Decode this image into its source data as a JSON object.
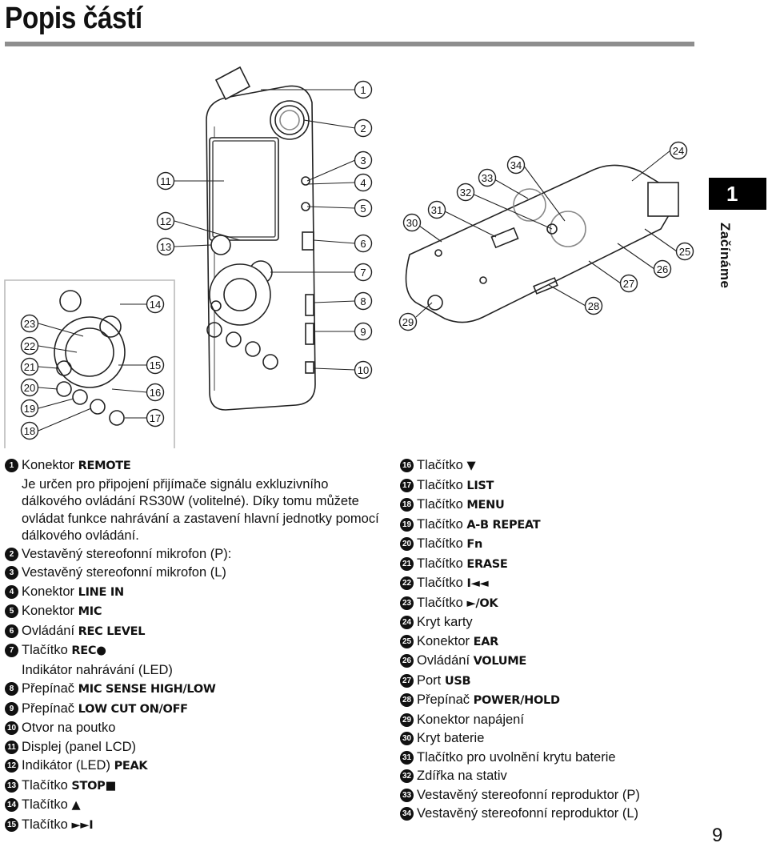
{
  "header": {
    "title": "Popis částí"
  },
  "side_tab": {
    "chapter": "1",
    "label": "Začínáme"
  },
  "page_number": "9",
  "callouts": {
    "front": [
      "1",
      "2",
      "3",
      "4",
      "5",
      "6",
      "7",
      "8",
      "9",
      "10",
      "11",
      "12",
      "13"
    ],
    "panel": [
      "14",
      "15",
      "16",
      "17",
      "18",
      "19",
      "20",
      "21",
      "22",
      "23"
    ],
    "back": [
      "24",
      "25",
      "26",
      "27",
      "28",
      "29",
      "30",
      "31",
      "32",
      "33",
      "34"
    ]
  },
  "parts_left": [
    {
      "n": "1",
      "prefix": "Konektor",
      "kw": "REMOTE",
      "suffix": "",
      "desc": "Je určen pro připojení přijímače signálu exkluzivního dálkového ovládání RS30W (volitelné). Díky tomu můžete ovládat funkce nahrávání a zastavení hlavní jednotky pomocí dálkového ovládání."
    },
    {
      "n": "2",
      "prefix": "Vestavěný stereofonní mikrofon (P):",
      "kw": "",
      "suffix": ""
    },
    {
      "n": "3",
      "prefix": "Vestavěný stereofonní mikrofon (L)",
      "kw": "",
      "suffix": ""
    },
    {
      "n": "4",
      "prefix": "Konektor",
      "kw": "LINE IN",
      "suffix": ""
    },
    {
      "n": "5",
      "prefix": "Konektor",
      "kw": "MIC",
      "suffix": ""
    },
    {
      "n": "6",
      "prefix": "Ovládání",
      "kw": "REC LEVEL",
      "suffix": ""
    },
    {
      "n": "7",
      "prefix": "Tlačítko",
      "kw": "REC",
      "suffix": "●",
      "sub": "Indikátor nahrávání (LED)"
    },
    {
      "n": "8",
      "prefix": "Přepínač",
      "kw": "MIC SENSE HIGH/LOW",
      "suffix": ""
    },
    {
      "n": "9",
      "prefix": "Přepínač",
      "kw": "LOW CUT ON/OFF",
      "suffix": ""
    },
    {
      "n": "10",
      "prefix": "Otvor na poutko",
      "kw": "",
      "suffix": ""
    },
    {
      "n": "11",
      "prefix": "Displej (panel LCD)",
      "kw": "",
      "suffix": ""
    },
    {
      "n": "12",
      "prefix": "Indikátor (LED)",
      "kw": "PEAK",
      "suffix": ""
    },
    {
      "n": "13",
      "prefix": "Tlačítko",
      "kw": "STOP",
      "suffix": "■"
    },
    {
      "n": "14",
      "prefix": "Tlačítko",
      "kw": "",
      "suffix": "▲"
    },
    {
      "n": "15",
      "prefix": "Tlačítko",
      "kw": "",
      "suffix": "►►I"
    }
  ],
  "parts_right": [
    {
      "n": "16",
      "prefix": "Tlačítko",
      "kw": "",
      "suffix": "▼"
    },
    {
      "n": "17",
      "prefix": "Tlačítko",
      "kw": "LIST",
      "suffix": ""
    },
    {
      "n": "18",
      "prefix": "Tlačítko",
      "kw": "MENU",
      "suffix": ""
    },
    {
      "n": "19",
      "prefix": "Tlačítko",
      "kw": "A-B REPEAT",
      "suffix": ""
    },
    {
      "n": "20",
      "prefix": "Tlačítko",
      "kw": "Fn",
      "suffix": ""
    },
    {
      "n": "21",
      "prefix": "Tlačítko",
      "kw": "ERASE",
      "suffix": ""
    },
    {
      "n": "22",
      "prefix": "Tlačítko",
      "kw": "",
      "suffix": "I◄◄"
    },
    {
      "n": "23",
      "prefix": "Tlačítko",
      "kw": "",
      "suffix": "►/OK"
    },
    {
      "n": "24",
      "prefix": "Kryt karty",
      "kw": "",
      "suffix": ""
    },
    {
      "n": "25",
      "prefix": "Konektor",
      "kw": "EAR",
      "suffix": ""
    },
    {
      "n": "26",
      "prefix": "Ovládání",
      "kw": "VOLUME",
      "suffix": ""
    },
    {
      "n": "27",
      "prefix": "Port",
      "kw": "USB",
      "suffix": ""
    },
    {
      "n": "28",
      "prefix": "Přepínač",
      "kw": "POWER/HOLD",
      "suffix": ""
    },
    {
      "n": "29",
      "prefix": "Konektor napájení",
      "kw": "",
      "suffix": ""
    },
    {
      "n": "30",
      "prefix": "Kryt baterie",
      "kw": "",
      "suffix": ""
    },
    {
      "n": "31",
      "prefix": "Tlačítko pro uvolnění krytu baterie",
      "kw": "",
      "suffix": ""
    },
    {
      "n": "32",
      "prefix": "Zdířka na stativ",
      "kw": "",
      "suffix": ""
    },
    {
      "n": "33",
      "prefix": "Vestavěný stereofonní reproduktor (P)",
      "kw": "",
      "suffix": ""
    },
    {
      "n": "34",
      "prefix": "Vestavěný stereofonní reproduktor (L)",
      "kw": "",
      "suffix": ""
    }
  ]
}
